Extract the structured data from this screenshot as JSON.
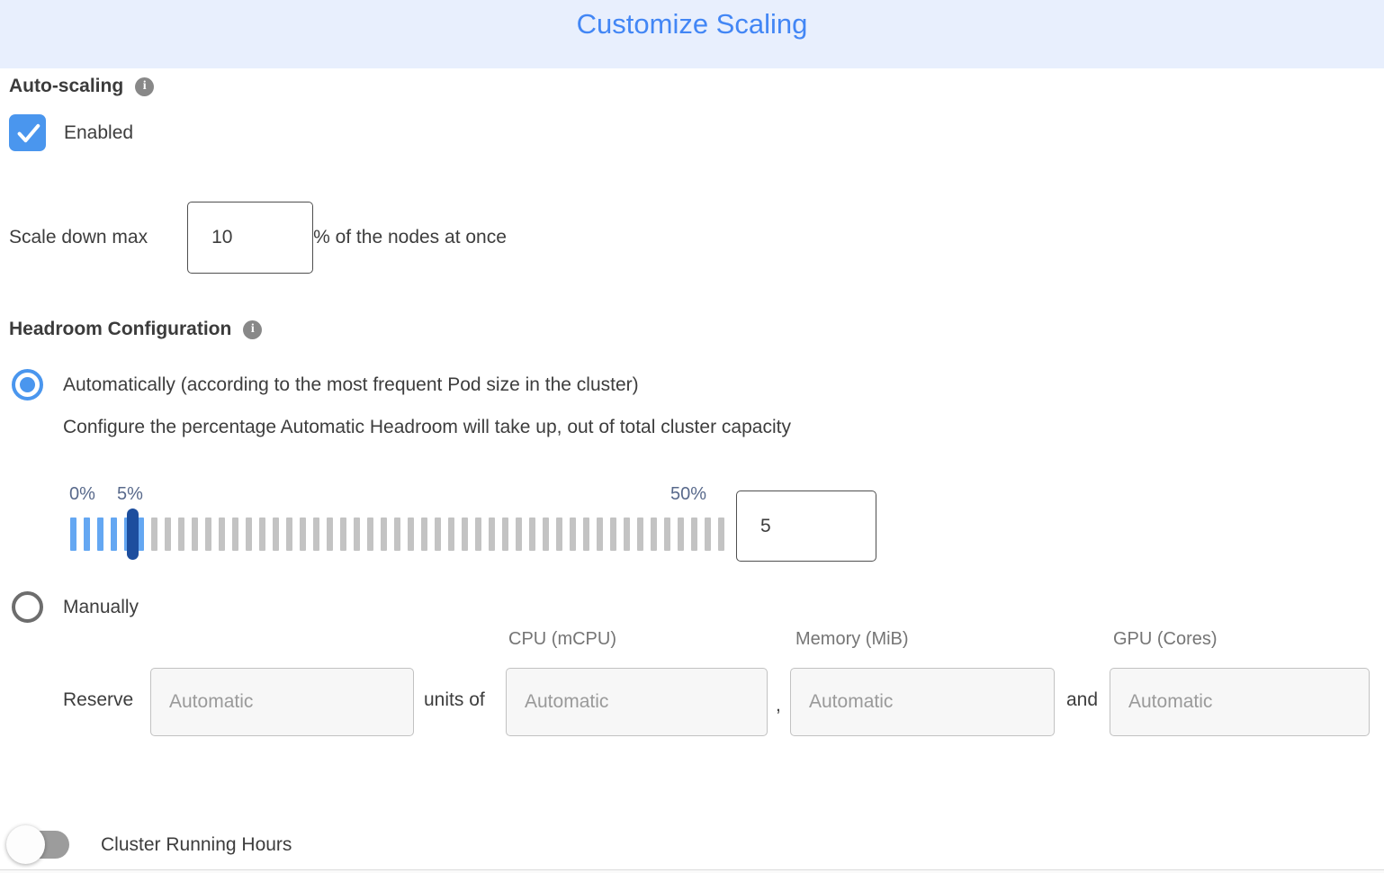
{
  "header": {
    "title": "Customize Scaling"
  },
  "autoscaling": {
    "label": "Auto-scaling",
    "checkbox_checked": true,
    "enabled_label": "Enabled"
  },
  "scale_down": {
    "prefix": "Scale down max",
    "value": "10",
    "suffix": "% of the nodes at once"
  },
  "headroom": {
    "label": "Headroom Configuration",
    "auto_option_label": "Automatically (according to the most frequent Pod size in the cluster)",
    "auto_option_selected": true,
    "auto_description": "Configure the percentage Automatic Headroom will take up, out of total cluster capacity",
    "slider": {
      "min_label": "0%",
      "current_label": "5%",
      "max_label": "50%",
      "value": "5",
      "tick_count": 49,
      "active_ticks": 6
    },
    "manual_option_label": "Manually",
    "manual_option_selected": false
  },
  "reserve": {
    "label": "Reserve",
    "units_of_label": "units of",
    "comma_separator": ",",
    "and_label": "and",
    "columns": [
      "CPU (mCPU)",
      "Memory (MiB)",
      "GPU (Cores)"
    ],
    "field_placeholder": "Automatic"
  },
  "cluster_running_hours": {
    "label": "Cluster Running Hours",
    "toggle_on": false
  },
  "colors": {
    "accent_blue": "#4286f5",
    "header_background": "#e8effd",
    "checkbox_blue": "#4a96ee",
    "slider_tick_active": "#64a7f2",
    "slider_tick_inactive": "#c3c3c3",
    "slider_handle": "#1d4e9e",
    "info_icon_gray": "#888888",
    "disabled_field_background": "#f7f7f7"
  }
}
